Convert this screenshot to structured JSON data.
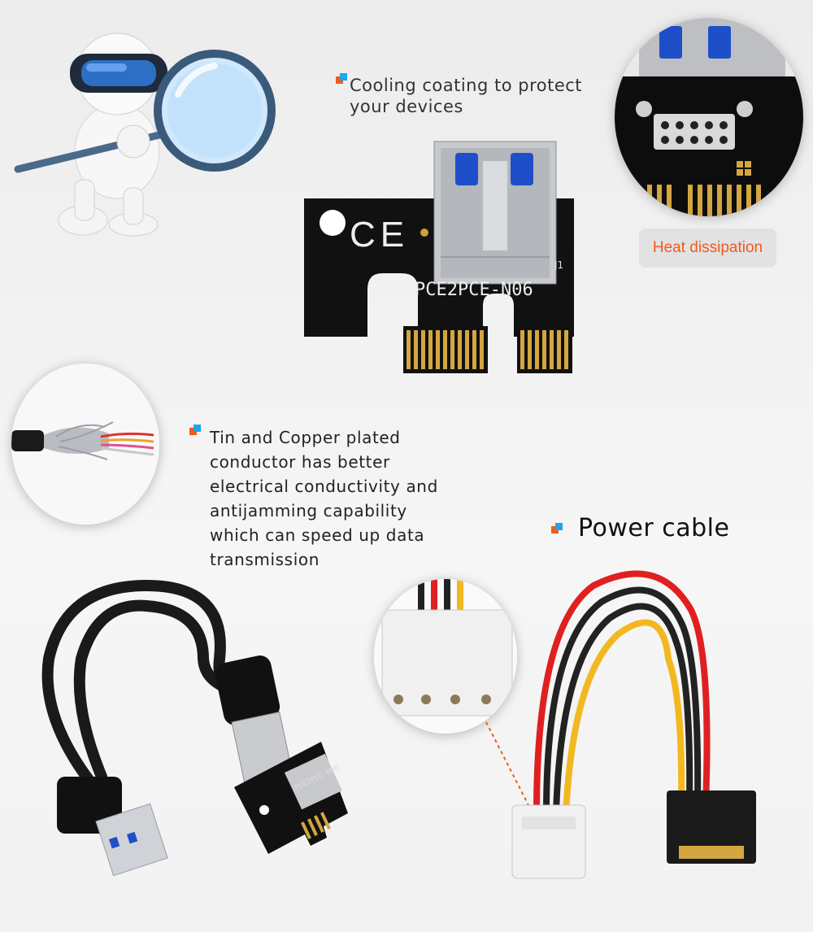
{
  "top_caption": {
    "line1": "Cooling coating to protect",
    "line2": "your devices"
  },
  "heat_badge": {
    "label": "Heat dissipation"
  },
  "conductor_caption": {
    "lines": [
      "Tin and Copper plated",
      "conductor has better",
      "electrical conductivity and",
      "antijamming capability",
      "which can speed up data",
      "transmission"
    ]
  },
  "power_section": {
    "label": "Power cable"
  },
  "board": {
    "model": "PCE2PCE-N06",
    "marking": "J1",
    "cert": "CE"
  },
  "colors": {
    "accent_orange": "#f05a1c",
    "accent_blue": "#1da6e8",
    "pcb_black": "#111111",
    "gold": "#d4a640",
    "wire_red": "#e02020",
    "wire_yellow": "#f2b820"
  }
}
